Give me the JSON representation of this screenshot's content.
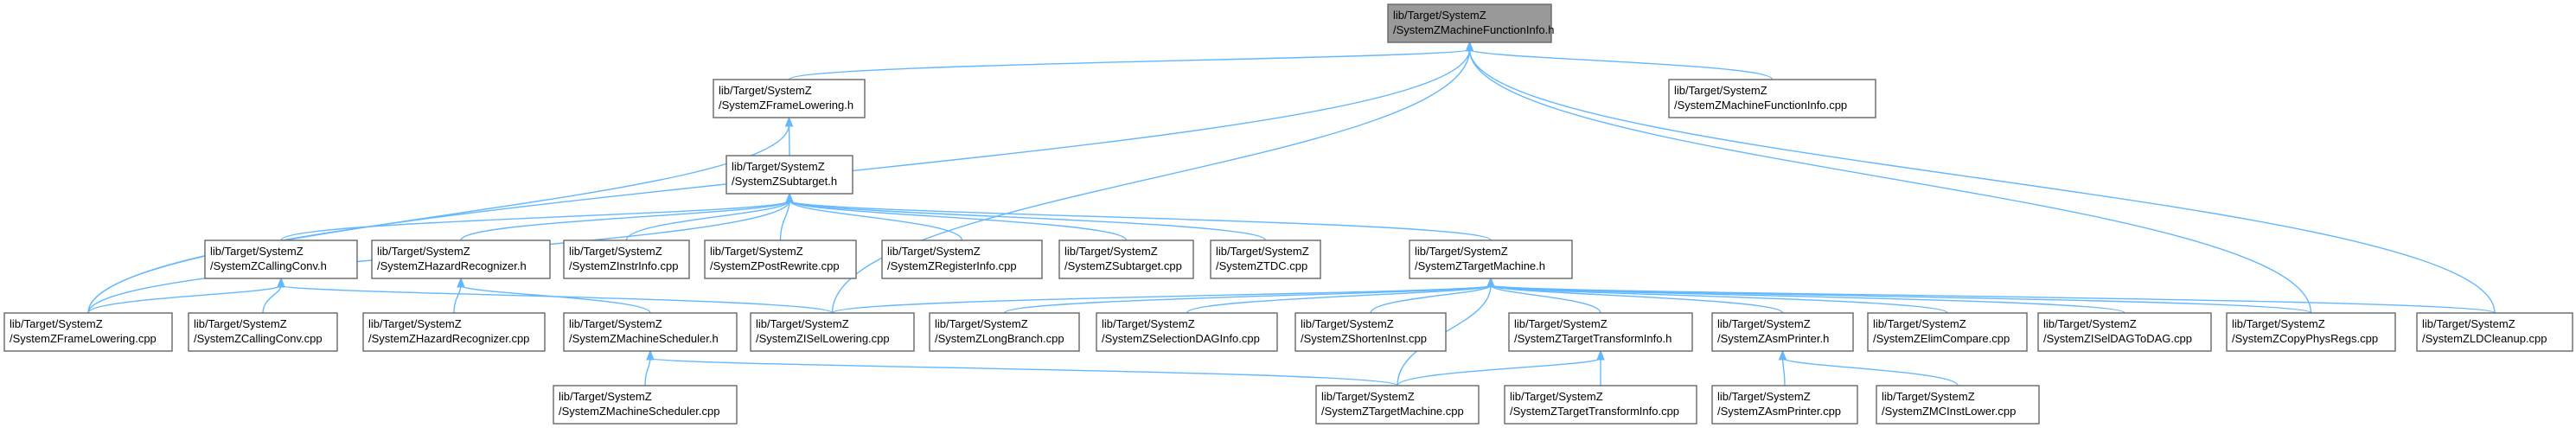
{
  "nodes": [
    {
      "id": "root",
      "line1": "lib/Target/SystemZ",
      "line2": "/SystemZMachineFunctionInfo.h"
    },
    {
      "id": "frame_lowering_h",
      "line1": "lib/Target/SystemZ",
      "line2": "/SystemZFrameLowering.h"
    },
    {
      "id": "mfi_cpp",
      "line1": "lib/Target/SystemZ",
      "line2": "/SystemZMachineFunctionInfo.cpp"
    },
    {
      "id": "subtarget_h",
      "line1": "lib/Target/SystemZ",
      "line2": "/SystemZSubtarget.h"
    },
    {
      "id": "calling_conv_h",
      "line1": "lib/Target/SystemZ",
      "line2": "/SystemZCallingConv.h"
    },
    {
      "id": "hazard_h",
      "line1": "lib/Target/SystemZ",
      "line2": "/SystemZHazardRecognizer.h"
    },
    {
      "id": "instrinfo_cpp",
      "line1": "lib/Target/SystemZ",
      "line2": "/SystemZInstrInfo.cpp"
    },
    {
      "id": "postrewrite_cpp",
      "line1": "lib/Target/SystemZ",
      "line2": "/SystemZPostRewrite.cpp"
    },
    {
      "id": "registerinfo_cpp",
      "line1": "lib/Target/SystemZ",
      "line2": "/SystemZRegisterInfo.cpp"
    },
    {
      "id": "subtarget_cpp",
      "line1": "lib/Target/SystemZ",
      "line2": "/SystemZSubtarget.cpp"
    },
    {
      "id": "tdc_cpp",
      "line1": "lib/Target/SystemZ",
      "line2": "/SystemZTDC.cpp"
    },
    {
      "id": "target_machine_h",
      "line1": "lib/Target/SystemZ",
      "line2": "/SystemZTargetMachine.h"
    },
    {
      "id": "frame_lowering_cpp",
      "line1": "lib/Target/SystemZ",
      "line2": "/SystemZFrameLowering.cpp"
    },
    {
      "id": "calling_conv_cpp",
      "line1": "lib/Target/SystemZ",
      "line2": "/SystemZCallingConv.cpp"
    },
    {
      "id": "hazard_cpp",
      "line1": "lib/Target/SystemZ",
      "line2": "/SystemZHazardRecognizer.cpp"
    },
    {
      "id": "machine_scheduler_h",
      "line1": "lib/Target/SystemZ",
      "line2": "/SystemZMachineScheduler.h"
    },
    {
      "id": "isel_lowering_cpp",
      "line1": "lib/Target/SystemZ",
      "line2": "/SystemZISelLowering.cpp"
    },
    {
      "id": "long_branch_cpp",
      "line1": "lib/Target/SystemZ",
      "line2": "/SystemZLongBranch.cpp"
    },
    {
      "id": "selection_dag_info_cpp",
      "line1": "lib/Target/SystemZ",
      "line2": "/SystemZSelectionDAGInfo.cpp"
    },
    {
      "id": "shorten_inst_cpp",
      "line1": "lib/Target/SystemZ",
      "line2": "/SystemZShortenInst.cpp"
    },
    {
      "id": "tti_h",
      "line1": "lib/Target/SystemZ",
      "line2": "/SystemZTargetTransformInfo.h"
    },
    {
      "id": "asm_printer_h",
      "line1": "lib/Target/SystemZ",
      "line2": "/SystemZAsmPrinter.h"
    },
    {
      "id": "elim_compare_cpp",
      "line1": "lib/Target/SystemZ",
      "line2": "/SystemZElimCompare.cpp"
    },
    {
      "id": "isel_dag_to_dag_cpp",
      "line1": "lib/Target/SystemZ",
      "line2": "/SystemZISelDAGToDAG.cpp"
    },
    {
      "id": "copy_phys_regs_cpp",
      "line1": "lib/Target/SystemZ",
      "line2": "/SystemZCopyPhysRegs.cpp"
    },
    {
      "id": "ldcleanup_cpp",
      "line1": "lib/Target/SystemZ",
      "line2": "/SystemZLDCleanup.cpp"
    },
    {
      "id": "machine_scheduler_cpp",
      "line1": "lib/Target/SystemZ",
      "line2": "/SystemZMachineScheduler.cpp"
    },
    {
      "id": "target_machine_cpp",
      "line1": "lib/Target/SystemZ",
      "line2": "/SystemZTargetMachine.cpp"
    },
    {
      "id": "tti_cpp",
      "line1": "lib/Target/SystemZ",
      "line2": "/SystemZTargetTransformInfo.cpp"
    },
    {
      "id": "asm_printer_cpp",
      "line1": "lib/Target/SystemZ",
      "line2": "/SystemZAsmPrinter.cpp"
    },
    {
      "id": "mc_inst_lower_cpp",
      "line1": "lib/Target/SystemZ",
      "line2": "/SystemZMCInstLower.cpp"
    }
  ],
  "edges": [
    [
      "root",
      "frame_lowering_h"
    ],
    [
      "root",
      "mfi_cpp"
    ],
    [
      "root",
      "frame_lowering_cpp"
    ],
    [
      "root",
      "isel_lowering_cpp"
    ],
    [
      "root",
      "copy_phys_regs_cpp"
    ],
    [
      "root",
      "ldcleanup_cpp"
    ],
    [
      "frame_lowering_h",
      "subtarget_h"
    ],
    [
      "frame_lowering_h",
      "frame_lowering_cpp"
    ],
    [
      "subtarget_h",
      "calling_conv_h"
    ],
    [
      "subtarget_h",
      "hazard_h"
    ],
    [
      "subtarget_h",
      "instrinfo_cpp"
    ],
    [
      "subtarget_h",
      "postrewrite_cpp"
    ],
    [
      "subtarget_h",
      "registerinfo_cpp"
    ],
    [
      "subtarget_h",
      "subtarget_cpp"
    ],
    [
      "subtarget_h",
      "tdc_cpp"
    ],
    [
      "subtarget_h",
      "target_machine_h"
    ],
    [
      "subtarget_h",
      "frame_lowering_cpp"
    ],
    [
      "calling_conv_h",
      "frame_lowering_cpp"
    ],
    [
      "calling_conv_h",
      "calling_conv_cpp"
    ],
    [
      "calling_conv_h",
      "isel_lowering_cpp"
    ],
    [
      "hazard_h",
      "hazard_cpp"
    ],
    [
      "hazard_h",
      "machine_scheduler_h"
    ],
    [
      "machine_scheduler_h",
      "machine_scheduler_cpp"
    ],
    [
      "machine_scheduler_h",
      "target_machine_cpp"
    ],
    [
      "target_machine_h",
      "isel_lowering_cpp"
    ],
    [
      "target_machine_h",
      "long_branch_cpp"
    ],
    [
      "target_machine_h",
      "selection_dag_info_cpp"
    ],
    [
      "target_machine_h",
      "shorten_inst_cpp"
    ],
    [
      "target_machine_h",
      "tti_h"
    ],
    [
      "target_machine_h",
      "asm_printer_h"
    ],
    [
      "target_machine_h",
      "elim_compare_cpp"
    ],
    [
      "target_machine_h",
      "isel_dag_to_dag_cpp"
    ],
    [
      "target_machine_h",
      "copy_phys_regs_cpp"
    ],
    [
      "target_machine_h",
      "ldcleanup_cpp"
    ],
    [
      "target_machine_h",
      "target_machine_cpp"
    ],
    [
      "tti_h",
      "target_machine_cpp"
    ],
    [
      "tti_h",
      "tti_cpp"
    ],
    [
      "asm_printer_h",
      "asm_printer_cpp"
    ],
    [
      "asm_printer_h",
      "mc_inst_lower_cpp"
    ]
  ],
  "colors": {
    "edge": "#63b8ff",
    "node_border": "#666666",
    "node_fill": "#ffffff",
    "root_fill": "#999999"
  }
}
